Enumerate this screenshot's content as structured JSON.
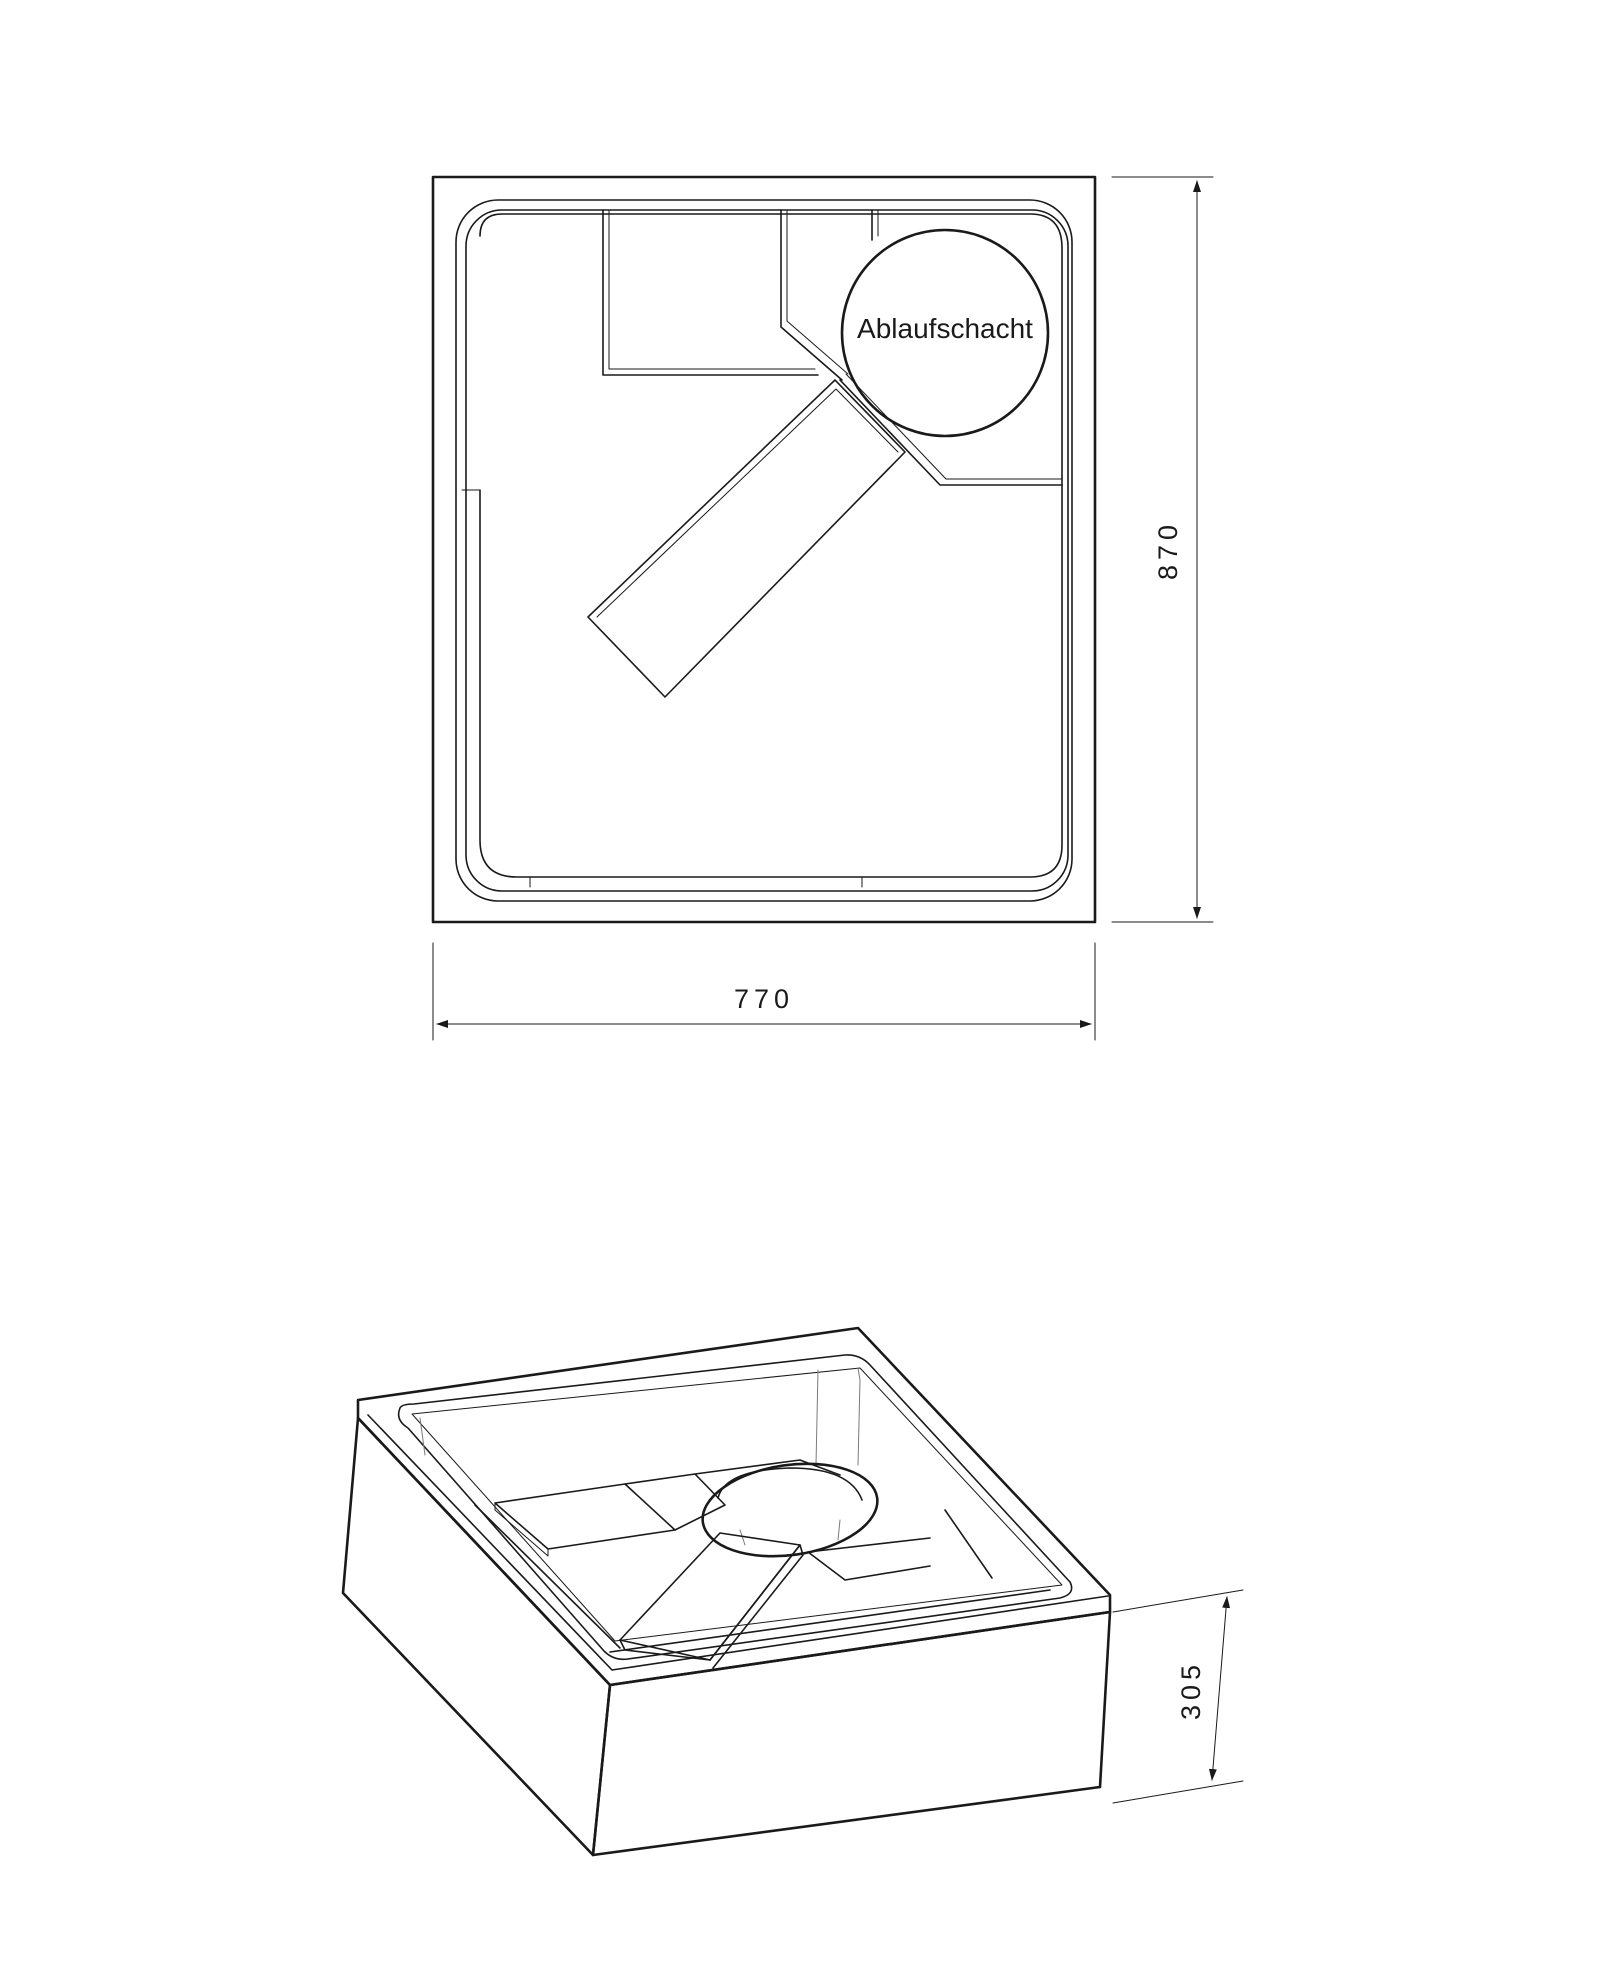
{
  "drawing": {
    "drain_label": "Ablaufschacht",
    "dimensions": {
      "width": "770",
      "depth": "870",
      "height": "305"
    }
  }
}
